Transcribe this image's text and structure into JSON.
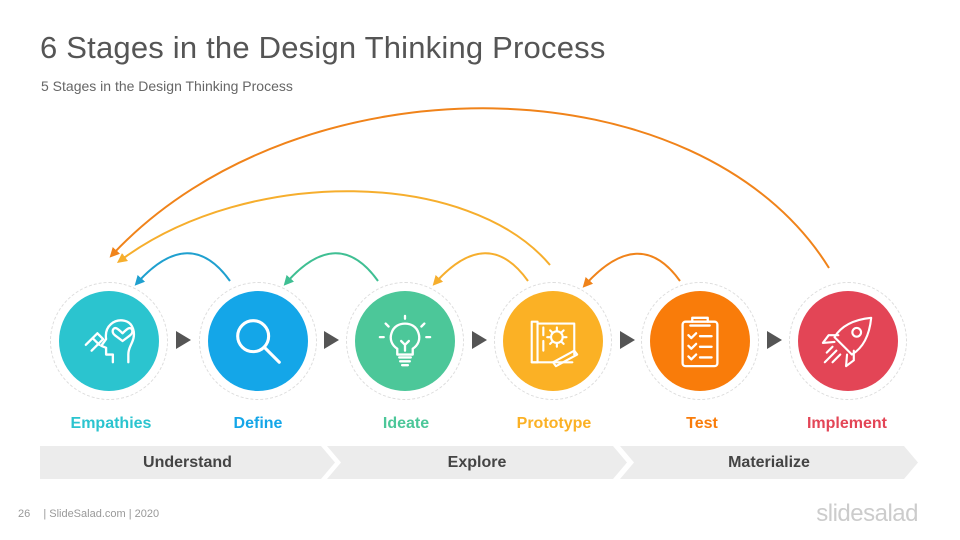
{
  "title": "6 Stages in the Design Thinking Process",
  "subtitle": "5 Stages in the Design Thinking Process",
  "stages": [
    {
      "label": "Empathies",
      "color": "#2bc4cf",
      "icon": "head-heart-icon"
    },
    {
      "label": "Define",
      "color": "#14a6e8",
      "icon": "magnifier-icon"
    },
    {
      "label": "Ideate",
      "color": "#4cc799",
      "icon": "lightbulb-icon"
    },
    {
      "label": "Prototype",
      "color": "#fbb125",
      "icon": "blueprint-icon"
    },
    {
      "label": "Test",
      "color": "#f97c0a",
      "icon": "clipboard-icon"
    },
    {
      "label": "Implement",
      "color": "#e34556",
      "icon": "rocket-icon"
    }
  ],
  "phases": [
    {
      "label": "Understand"
    },
    {
      "label": "Explore"
    },
    {
      "label": "Materialize"
    }
  ],
  "footer": {
    "page": "26",
    "text": "| SlideSalad.com | 2020"
  },
  "brand": "slidesalad"
}
